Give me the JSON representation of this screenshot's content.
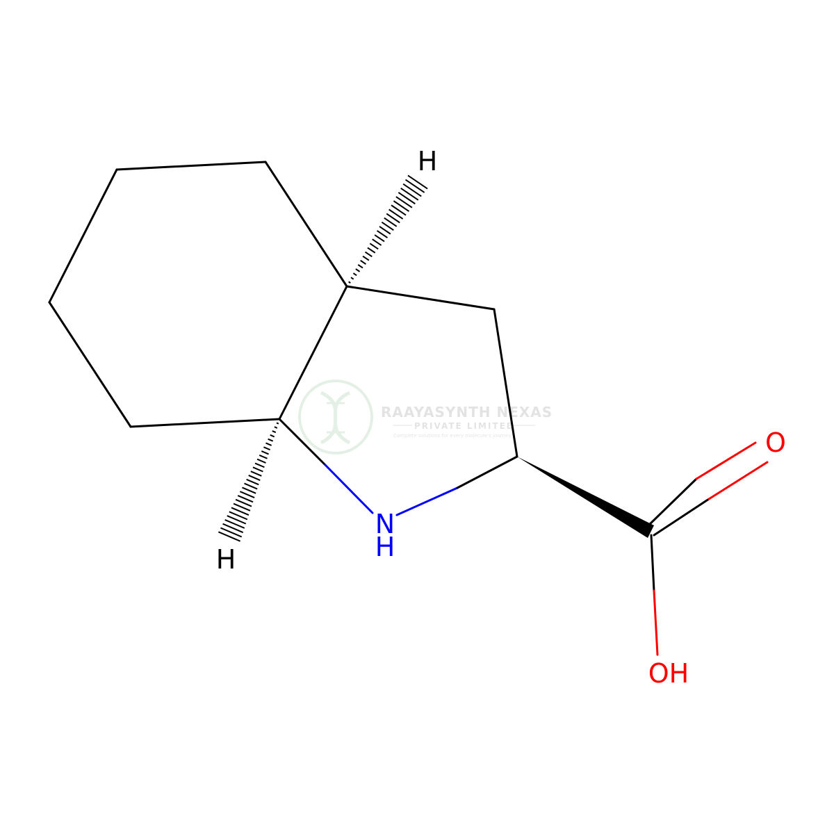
{
  "molecule": {
    "atoms": {
      "h_top": "H",
      "h_bottom": "H",
      "n": "N",
      "nh": "H",
      "o_carbonyl": "O",
      "oh": "OH"
    },
    "colors": {
      "bond": "#000000",
      "nitrogen": "#0000ff",
      "oxygen": "#ff0000"
    }
  },
  "watermark": {
    "company": "RAAYASYNTH NEXAS",
    "subtitle": "PRIVATE LIMITED",
    "tagline": "Complete solutions for every molecule's journey",
    "icon": "dna-helix-logo"
  }
}
